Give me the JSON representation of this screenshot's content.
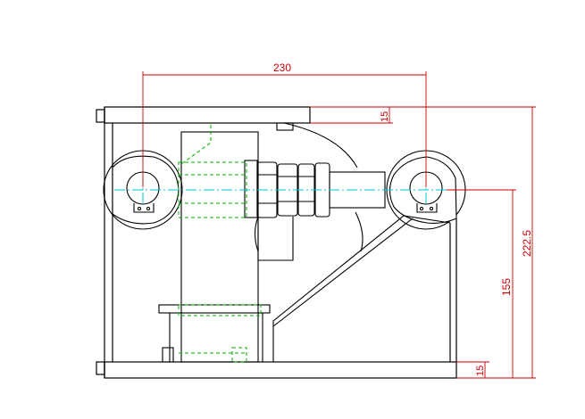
{
  "colors": {
    "outline": "#000000",
    "dimension": "#cc0000",
    "hidden": "#00b000",
    "centerline": "#00c8d8",
    "background": "#ffffff"
  },
  "dimensions": {
    "horizontal_span": "230",
    "top_plate_thickness": "15",
    "overall_height": "222.5",
    "shaft_height": "155",
    "base_plate_thickness": "15"
  }
}
